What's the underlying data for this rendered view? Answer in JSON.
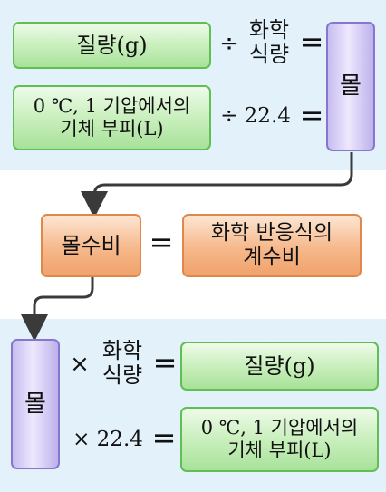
{
  "top": {
    "row1_label": "질량(g)",
    "row1_op": "÷",
    "row1_term": "화학\n식량",
    "row1_eq": "=",
    "row2_label_line1": "0 ℃, 1 기압에서의",
    "row2_label_line2": "기체 부피(L)",
    "row2_op": "÷ 22.4",
    "row2_eq": "=",
    "result": "몰"
  },
  "middle": {
    "left": "몰수비",
    "eq": "=",
    "right": "화학 반응식의\n계수비"
  },
  "bottom": {
    "source": "몰",
    "row1_op": "×",
    "row1_term": "화학\n식량",
    "row1_eq": "=",
    "row1_label": "질량(g)",
    "row2_op": "× 22.4",
    "row2_eq": "=",
    "row2_label_line1": "0 ℃, 1 기압에서의",
    "row2_label_line2": "기체 부피(L)"
  },
  "colors": {
    "panel": "#e3f1fa",
    "green": "#a8e29a",
    "purple": "#c7bdf0",
    "orange": "#f6b88b",
    "connector": "#3a3a3a"
  }
}
